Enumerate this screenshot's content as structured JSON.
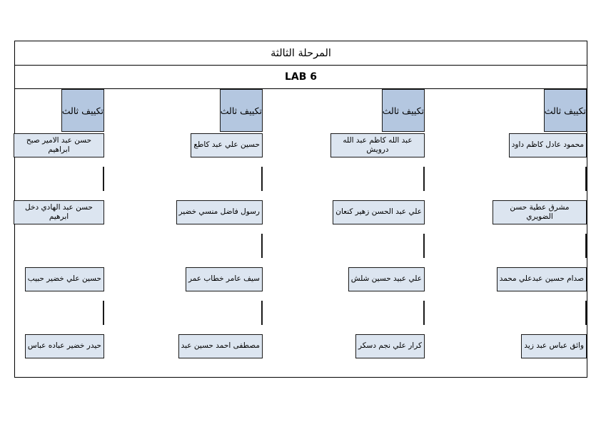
{
  "document": {
    "title": "المرحلة الثالثة",
    "subtitle": "LAB 6",
    "colors": {
      "header_fill": "#b4c7e0",
      "cell_fill": "#dce5f0",
      "border": "#000000",
      "page_background": "#ffffff"
    }
  },
  "columns": [
    {
      "header": "تكييف ثالث",
      "cells": [
        {
          "text": "محمود عادل كاظم داود",
          "empty": false
        },
        {
          "text": "",
          "empty": true
        },
        {
          "text": "مشرق عطية حسن الضويري",
          "empty": false
        },
        {
          "text": "",
          "empty": true
        },
        {
          "text": "صدام حسين عبدعلي محمد",
          "empty": false
        },
        {
          "text": "",
          "empty": true
        },
        {
          "text": "وائق عباس عبد زيد",
          "empty": false
        }
      ]
    },
    {
      "header": "تكييف ثالث",
      "cells": [
        {
          "text": "عبد الله كاظم عبد الله درويش",
          "empty": false
        },
        {
          "text": "",
          "empty": true
        },
        {
          "text": "علي عبد الحسن زهير كنعان",
          "empty": false
        },
        {
          "text": "",
          "empty": true
        },
        {
          "text": "علي عبيد حسين شلش",
          "empty": false
        },
        {
          "text": "",
          "empty": true
        },
        {
          "text": "كرار علي نجم دسكر",
          "empty": false
        }
      ]
    },
    {
      "header": "تكييف ثالث",
      "cells": [
        {
          "text": "حسين علي عبد كاطع",
          "empty": false
        },
        {
          "text": "",
          "empty": true
        },
        {
          "text": "رسول فاضل منسي خضير",
          "empty": false
        },
        {
          "text": "",
          "empty": true
        },
        {
          "text": "سيف عامر خطاب عمر",
          "empty": false
        },
        {
          "text": "",
          "empty": true
        },
        {
          "text": "مصطفى احمد حسين عبد",
          "empty": false
        }
      ]
    },
    {
      "header": "تكييف ثالث",
      "cells": [
        {
          "text": "حسن عبد الامير صبح ابراهيم",
          "empty": false
        },
        {
          "text": "",
          "empty": true
        },
        {
          "text": "حسن عبد الهادي دخل ابرهيم",
          "empty": false
        },
        {
          "text": "",
          "empty": true,
          "hidden": true
        },
        {
          "text": "حسين علي خضير حبيب",
          "empty": false
        },
        {
          "text": "",
          "empty": true
        },
        {
          "text": "حيدر خضير عباده عباس",
          "empty": false
        }
      ]
    }
  ]
}
